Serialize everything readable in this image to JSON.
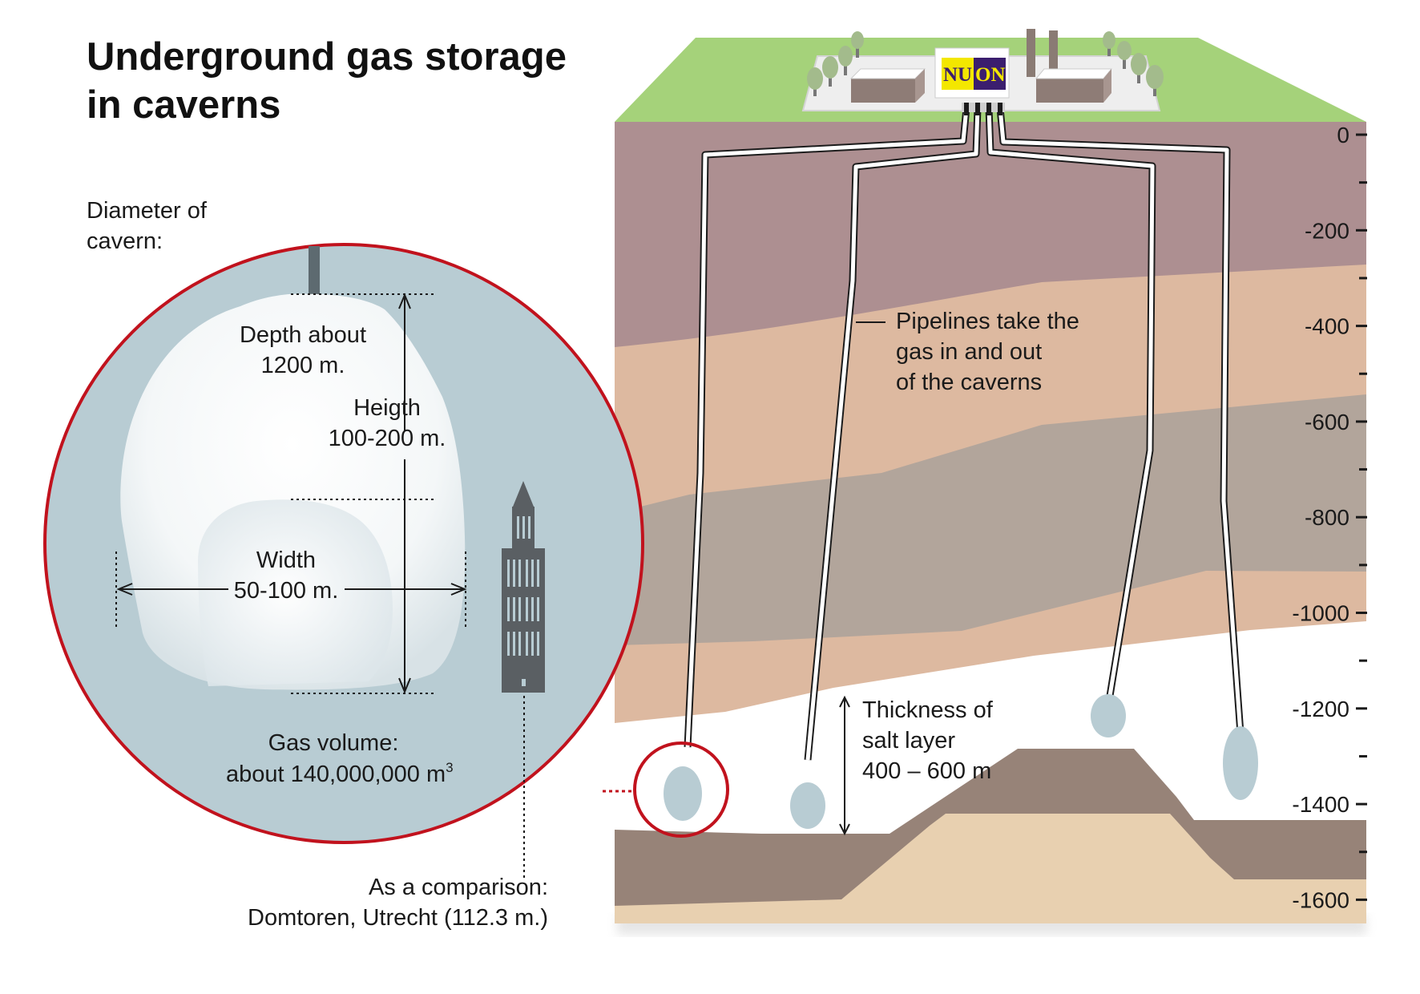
{
  "title": {
    "line1": "Underground gas storage",
    "line2": "in caverns"
  },
  "inset": {
    "diameter_label": {
      "line1": "Diameter of",
      "line2": "cavern:"
    },
    "depth_label": {
      "line1": "Depth about",
      "line2": "1200 m."
    },
    "height_label": {
      "line1": "Heigth",
      "line2": "100-200 m."
    },
    "width_label": {
      "line1": "Width",
      "line2": "50-100 m."
    },
    "volume_label": {
      "line1": "Gas volume:",
      "line2": "about 140,000,000 m",
      "superscript": "3"
    },
    "comparison_label": {
      "line1": "As a comparison:",
      "line2": "Domtoren, Utrecht (112.3 m.)"
    }
  },
  "cross_section": {
    "logo": {
      "part1": "NU",
      "part2": "ON"
    },
    "pipelines_label": {
      "line1": "Pipelines take the",
      "line2": "gas in and out",
      "line3": "of the caverns"
    },
    "salt_label": {
      "line1": "Thickness of",
      "line2": "salt layer",
      "line3": "400 – 600 m"
    }
  },
  "depth_scale": {
    "ticks": [
      "0",
      "-200",
      "-400",
      "-600",
      "-800",
      "-1000",
      "-1200",
      "-1400",
      "-1600"
    ]
  },
  "colors": {
    "surface_green": "#a5d27a",
    "rock_mauve": "#ad8f91",
    "rock_peach": "#ddb9a0",
    "rock_gray": "#b2a59b",
    "salt_white": "#ffffff",
    "base_rock": "#978378",
    "base_sand": "#e8d0b0",
    "cavern_blue": "#b8ccd3",
    "highlight_red": "#c1121d",
    "logo_yellow": "#f3e700",
    "logo_purple": "#3b1e6e"
  }
}
